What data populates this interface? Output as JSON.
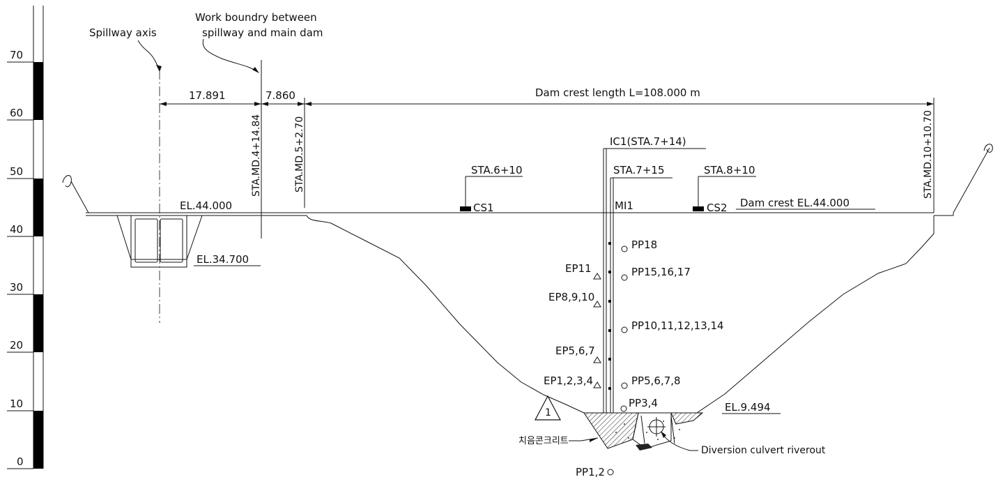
{
  "scale": {
    "ticks": [
      "70",
      "60",
      "50",
      "40",
      "30",
      "20",
      "10",
      "0"
    ]
  },
  "labels": {
    "spillway_axis": "Spillway axis",
    "work_boundary_1": "Work boundry between",
    "work_boundary_2": "spillway and main dam",
    "dim_17891": "17.891",
    "dim_7860": "7.860",
    "crest_length": "Dam crest length L=108.000 m",
    "sta_md4": "STA.MD.4+14.84",
    "sta_md5": "STA.MD.5+2.70",
    "sta_md10": "STA.MD.10+10.70",
    "ic1": "IC1(STA.7+14)",
    "sta_6_10": "STA.6+10",
    "sta_7_15": "STA.7+15",
    "sta_8_10": "STA.8+10",
    "cs1": "CS1",
    "cs2": "CS2",
    "mi1": "MI1",
    "crest_el": "Dam crest EL.44.000",
    "el_44": "EL.44.000",
    "el_34700": "EL.34.700",
    "el_9494": "EL.9.494",
    "pp18": "PP18",
    "pp15": "PP15,16,17",
    "pp10": "PP10,11,12,13,14",
    "pp5": "PP5,6,7,8",
    "pp3": "PP3,4",
    "pp1": "PP1,2",
    "ep11": "EP11",
    "ep8": "EP8,9,10",
    "ep5": "EP5,6,7",
    "ep1": "EP1,2,3,4",
    "concrete": "치음콘크리트",
    "culvert": "Diversion culvert riverout",
    "triangle_mark": "1"
  }
}
